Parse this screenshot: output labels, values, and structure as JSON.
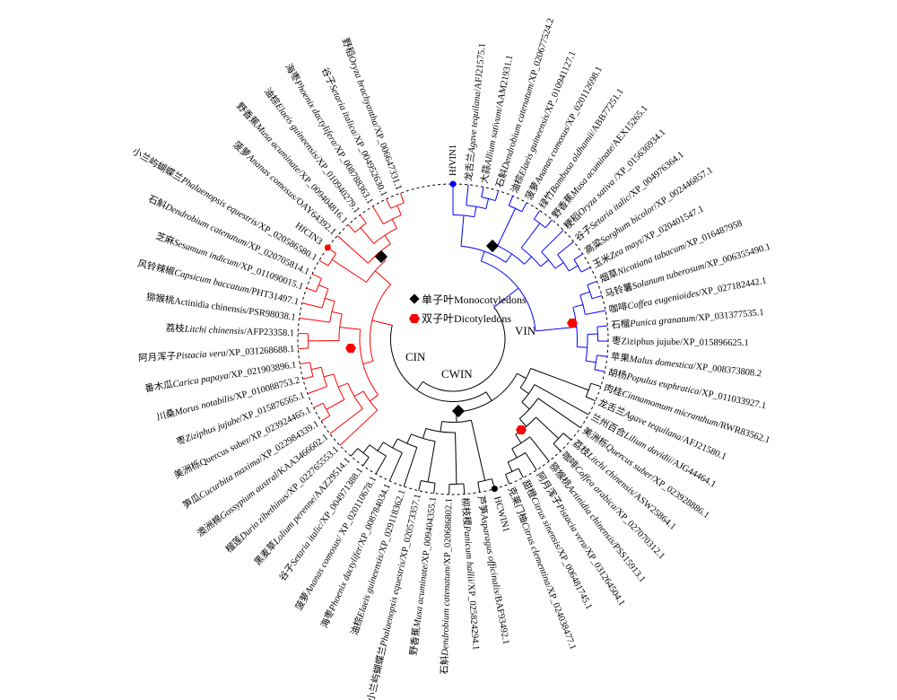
{
  "clade_colors": {
    "VIN": "#0000ff",
    "CWIN": "#000000",
    "CIN": "#ff0000"
  },
  "clade_labels": {
    "VIN": "VIN",
    "CWIN": "CWIN",
    "CIN": "CIN"
  },
  "legend": {
    "mono": {
      "label": "单子叶Monocotyledons",
      "icon": "black-diamond",
      "color": "#000000"
    },
    "dicot": {
      "label": "双子叶Dicotyledons",
      "icon": "red-hexagon",
      "color": "#ff0000"
    }
  },
  "leaves": [
    {
      "id": "HfVIN1",
      "clade": "VIN",
      "dot": true
    },
    {
      "cn": "龙舌兰",
      "sci": "Agave tequilana",
      "acc": "AFJ21575.1",
      "clade": "VIN"
    },
    {
      "cn": "大蒜",
      "sci": "Allium sativum",
      "acc": "AAM21931.1",
      "clade": "VIN"
    },
    {
      "cn": "石斛",
      "sci": "Dendrobium catenatum",
      "acc": "XP_020677524.2",
      "clade": "VIN"
    },
    {
      "cn": "油棕",
      "sci": "Elaeis guineensis",
      "acc": "XP_010941127.1",
      "clade": "VIN"
    },
    {
      "cn": "菠萝",
      "sci": "Ananas comosus",
      "acc": "XP_020112698.1",
      "clade": "VIN"
    },
    {
      "cn": "绿竹",
      "sci": "Bambusa oldhamii",
      "acc": "ABB77251.1",
      "clade": "VIN"
    },
    {
      "cn": "野香蕉",
      "sci": "Musa acuminate",
      "acc": "AEX15265.1",
      "clade": "VIN"
    },
    {
      "cn": "粳稻",
      "sci": "Oryza sativa ",
      "acc": "XP_015636934.1",
      "clade": "VIN"
    },
    {
      "cn": "谷子",
      "sci": "Setaria italic",
      "acc": "XP_004976364.1",
      "clade": "VIN"
    },
    {
      "cn": "高粱",
      "sci": "Sorghum bicolor",
      "acc": "XP_002446857.1",
      "clade": "VIN"
    },
    {
      "cn": "玉米",
      "sci": "Zea mays",
      "acc": "XP_020401547.1",
      "clade": "VIN"
    },
    {
      "cn": "烟草",
      "sci": "Nicotiana tabacum",
      "acc": "XP_016487958",
      "clade": "VIN"
    },
    {
      "cn": "马铃薯",
      "sci": "Solanum tuberosum",
      "acc": "XP_006355490.1",
      "clade": "VIN"
    },
    {
      "cn": "咖啡",
      "sci": "Coffea eugenioides",
      "acc": "XP_027182442.1",
      "clade": "VIN"
    },
    {
      "cn": "石榴",
      "sci": "Punica granatum",
      "acc": "XP_031377535.1",
      "clade": "VIN"
    },
    {
      "cn": "枣",
      "sci": "Ziziphus jujube",
      "acc": "XP_015896625.1",
      "clade": "VIN",
      "upright": true
    },
    {
      "cn": "苹果",
      "sci": "Malus domestica",
      "acc": "XP_008373808.2",
      "clade": "VIN"
    },
    {
      "cn": "胡杨",
      "sci": "Populus euphratica",
      "acc": "XP_011033927.1",
      "clade": "VIN"
    },
    {
      "cn": "肉桂",
      "sci": "Cinnamomum micranthum",
      "acc": "RWR83562.1",
      "clade": "CWIN"
    },
    {
      "cn": "龙舌兰",
      "sci": "Agave tequilana",
      "acc": "AFJ21580.1",
      "clade": "CWIN"
    },
    {
      "cn": "兰州百合",
      "sci": "Lilium davidii",
      "acc": "AJG44464.1",
      "clade": "CWIN"
    },
    {
      "cn": "美洲栎",
      "sci": "Quercus suber",
      "acc": "XP_023928886.1",
      "clade": "CWIN"
    },
    {
      "cn": "荔枝",
      "sci": "Litchi chinensis",
      "acc": "ASW25864.1",
      "clade": "CWIN"
    },
    {
      "cn": "咖啡",
      "sci": "Coffea arabica",
      "acc": "XP_027070312.1",
      "clade": "CWIN"
    },
    {
      "cn": "猕猴桃",
      "sci": "Actinidia chinensis",
      "acc": "PSS15913.1",
      "clade": "CWIN"
    },
    {
      "cn": "阿月浑子",
      "sci": "Pistacia vera",
      "acc": "XP_031264504.1",
      "clade": "CWIN"
    },
    {
      "cn": "甜橙",
      "sci": "Citrus sinensis",
      "acc": "XP_006481745.1",
      "clade": "CWIN"
    },
    {
      "cn": "克莱门柚",
      "sci": "Citrus clementina",
      "acc": "XP_024038477.1",
      "clade": "CWIN"
    },
    {
      "id": "HCWIN1",
      "clade": "CWIN",
      "dot": true
    },
    {
      "cn": "芦笋",
      "sci": "Asparagus officinalis",
      "acc": "BAF93492.1",
      "clade": "CWIN"
    },
    {
      "cn": "柳枝稷",
      "sci": "Panicum hallii",
      "acc": "XP_025824294.1",
      "clade": "CWIN"
    },
    {
      "cn": "石斛",
      "sci": "Dendrobium catenatum",
      "acc": "XP_020686802.1",
      "clade": "CWIN"
    },
    {
      "cn": "野香蕉",
      "sci": "Musa acuminate",
      "acc": "XP_009404355.1",
      "clade": "CWIN"
    },
    {
      "cn": "小兰屿蝴蝶兰",
      "sci": "Phalaenopsis equestris",
      "acc": "XP_020573357.1",
      "clade": "CWIN"
    },
    {
      "cn": "油棕",
      "sci": "Elaeis guineensis",
      "acc": "XP_029118362.1",
      "clade": "CWIN"
    },
    {
      "cn": "海枣",
      "sci": "Phoenix dactylifer",
      "acc": "XP_008784034.1",
      "clade": "CWIN"
    },
    {
      "cn": "菠萝",
      "sci": "Ananas comosus",
      "acc": " XP_020110678.1",
      "clade": "CWIN"
    },
    {
      "cn": "谷子",
      "sci": "Setaria italic",
      "acc": "XP_004971388.1",
      "clade": "CWIN"
    },
    {
      "cn": "黑麦草",
      "sci": "Lolium perenne",
      "acc": "AAZ29514.1",
      "clade": "CWIN"
    },
    {
      "cn": "榴莲",
      "sci": "Durio zibethinus",
      "acc": "XP_022765553.1",
      "clade": "CIN"
    },
    {
      "cn": "澳洲棉",
      "sci": "Gossypium austral",
      "acc": "KAA3466602.1",
      "clade": "CIN"
    },
    {
      "cn": "笋瓜",
      "sci": "Cucurbita maxima",
      "acc": "XP_022984339.1",
      "clade": "CIN"
    },
    {
      "cn": "美洲栎",
      "sci": "Quercus suber",
      "acc": "XP_023924465.1",
      "clade": "CIN",
      "upright": true
    },
    {
      "cn": "枣",
      "sci": "Ziziphus jujube",
      "acc": "XP_015876565.1",
      "clade": "CIN"
    },
    {
      "cn": "川桑",
      "sci": "Morus notabilis",
      "acc": "XP_010088753.2",
      "clade": "CIN"
    },
    {
      "cn": "番木瓜",
      "sci": "Carica papaya",
      "acc": "XP_021903896.1",
      "clade": "CIN"
    },
    {
      "cn": "阿月浑子",
      "sci": "Pistacia vera",
      "acc": "XP_031268688.1",
      "clade": "CIN"
    },
    {
      "cn": "荔枝",
      "sci": "Litchi chinensis",
      "acc": "AFP23358.1",
      "clade": "CIN"
    },
    {
      "cn": "猕猴桃",
      "sci": "Actinidia chinensis",
      "acc": "PSR98038.1",
      "clade": "CIN",
      "upright": true
    },
    {
      "cn": "风铃辣椒",
      "sci": "Capsicum baccatum",
      "acc": "PHT31497.1",
      "clade": "CIN"
    },
    {
      "cn": "芝麻",
      "sci": "Sesamum indicum",
      "acc": "XP_011090015.1",
      "clade": "CIN"
    },
    {
      "cn": "石斛",
      "sci": "Dendrobium catenatum",
      "acc": "XP_020705814.1",
      "clade": "CIN"
    },
    {
      "cn": "小兰屿蝴蝶兰",
      "sci": "Phalaenopsis equestris",
      "acc": "XP_020586580.1",
      "clade": "CIN"
    },
    {
      "id": "HfCIN3",
      "clade": "CIN",
      "dot": true
    },
    {
      "cn": "菠萝",
      "sci": "Ananas comosus",
      "acc": "OAY64392.1",
      "clade": "CIN"
    },
    {
      "cn": "野香蕉",
      "sci": "Musa acuminate",
      "acc": "XP_009404816.1",
      "clade": "CIN"
    },
    {
      "cn": "油棕",
      "sci": "Elaeis guineensis",
      "acc": "XP_010940279.1",
      "clade": "CIN"
    },
    {
      "cn": "海枣",
      "sci": "Phoenix dactylifera",
      "acc": "XP_008788363.1",
      "clade": "CIN"
    },
    {
      "cn": "谷子",
      "sci": "Setaria italica",
      "acc": "XP_004952630.1",
      "clade": "CIN"
    },
    {
      "cn": "野稻",
      "sci": "Oryza brachyantha",
      "acc": "XP_006647331.1",
      "clade": "CIN"
    }
  ],
  "tree": [
    [
      [
        [
          0,
          [
            1,
            [
              2,
              3
            ]
          ]
        ],
        [
          [
            4,
            5
          ],
          [
            [
              6,
              7
            ],
            [
              8,
              [
                9,
                [
                  10,
                  11
                ]
              ]
            ]
          ]
        ]
      ],
      [
        [
          [
            12,
            13
          ],
          14
        ],
        [
          [
            15,
            16
          ],
          [
            17,
            18
          ]
        ]
      ]
    ],
    [
      [
        [
          [
            40,
            [
              41,
              [
                [
                  42,
                  43
                ],
                [
                  44,
                  [
                    45,
                    46
                  ]
                ]
              ]
            ]
          ],
          [
            [
              47,
              48
            ],
            [
              49,
              [
                50,
                [
                  51,
                  52
                ]
              ]
            ]
          ]
        ],
        [
          [
            53,
            54
          ],
          [
            55,
            [
              [
                56,
                57
              ],
              [
                58,
                [
                  59,
                  60
                ]
              ]
            ]
          ]
        ]
      ],
      [
        [
          [
            19,
            20
          ],
          [
            21,
            [
              22,
              [
                [
                  23,
                  24
                ],
                [
                  25,
                  [
                    26,
                    [
                      27,
                      28
                    ]
                  ]
                ]
              ]
            ]
          ]
        ],
        [
          [
            29,
            30
          ],
          [
            [
              31,
              32
            ],
            [
              [
                33,
                34
              ],
              [
                35,
                [
                  36,
                  [
                    37,
                    [
                      38,
                      39
                    ]
                  ]
                ]
              ]
            ]
          ]
        ]
      ]
    ]
  ]
}
